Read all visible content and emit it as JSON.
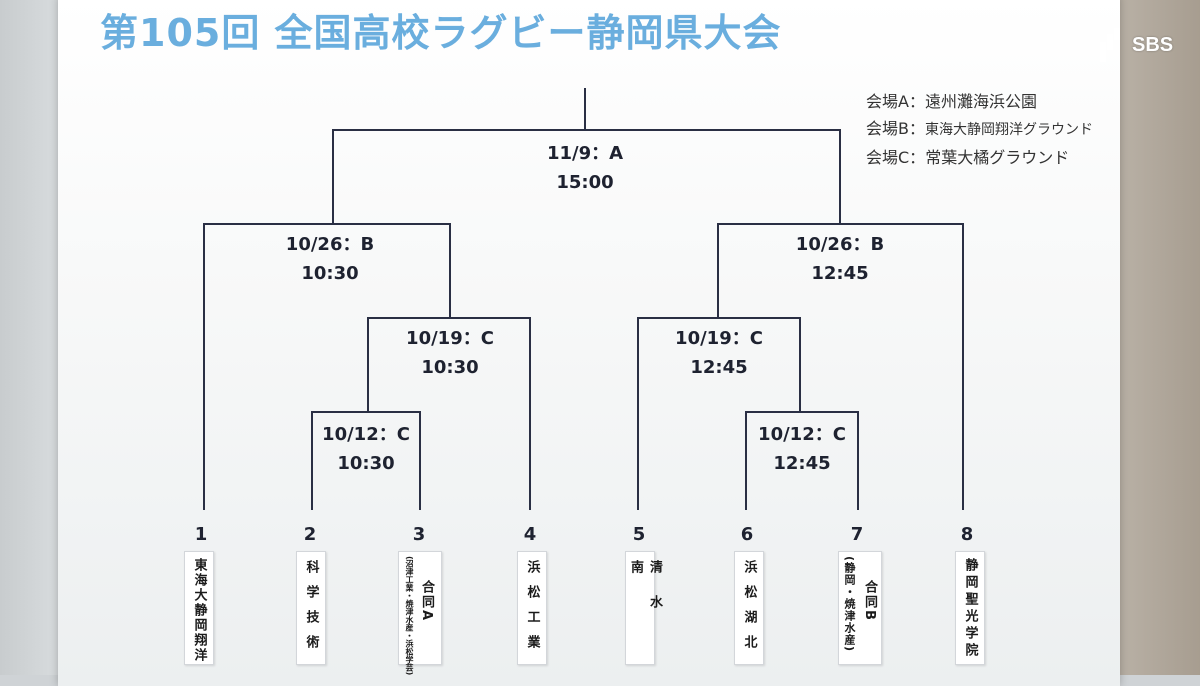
{
  "title": "第105回 全国高校ラグビー静岡県大会",
  "logo": {
    "text": "SBS",
    "icon": "sbs-logo-mark"
  },
  "venues": [
    {
      "label": "会場A：",
      "name": "遠州灘海浜公園"
    },
    {
      "label": "会場B：",
      "name": "東海大静岡翔洋グラウンド"
    },
    {
      "label": "会場C：",
      "name": "常葉大橘グラウンド"
    }
  ],
  "matches": {
    "final": {
      "date": "11/9：A",
      "time": "15:00"
    },
    "semi_left": {
      "date": "10/26：B",
      "time": "10:30"
    },
    "semi_right": {
      "date": "10/26：B",
      "time": "12:45"
    },
    "qf_left": {
      "date": "10/19：C",
      "time": "10:30"
    },
    "qf_right": {
      "date": "10/19：C",
      "time": "12:45"
    },
    "r1_left": {
      "date": "10/12：C",
      "time": "10:30"
    },
    "r1_right": {
      "date": "10/12：C",
      "time": "12:45"
    }
  },
  "teams": [
    {
      "seed": "1",
      "name": "東海大静岡翔洋"
    },
    {
      "seed": "2",
      "name": "科学技術"
    },
    {
      "seed": "3",
      "name": "合同A",
      "sub": "(沼津工業・焼津水産・浜松学芸)"
    },
    {
      "seed": "4",
      "name": "浜松工業"
    },
    {
      "seed": "5",
      "name": "清水南"
    },
    {
      "seed": "6",
      "name": "浜松湖北"
    },
    {
      "seed": "7",
      "name": "合同B",
      "sub": "(静岡・焼津水産)"
    },
    {
      "seed": "8",
      "name": "静岡聖光学院"
    }
  ]
}
